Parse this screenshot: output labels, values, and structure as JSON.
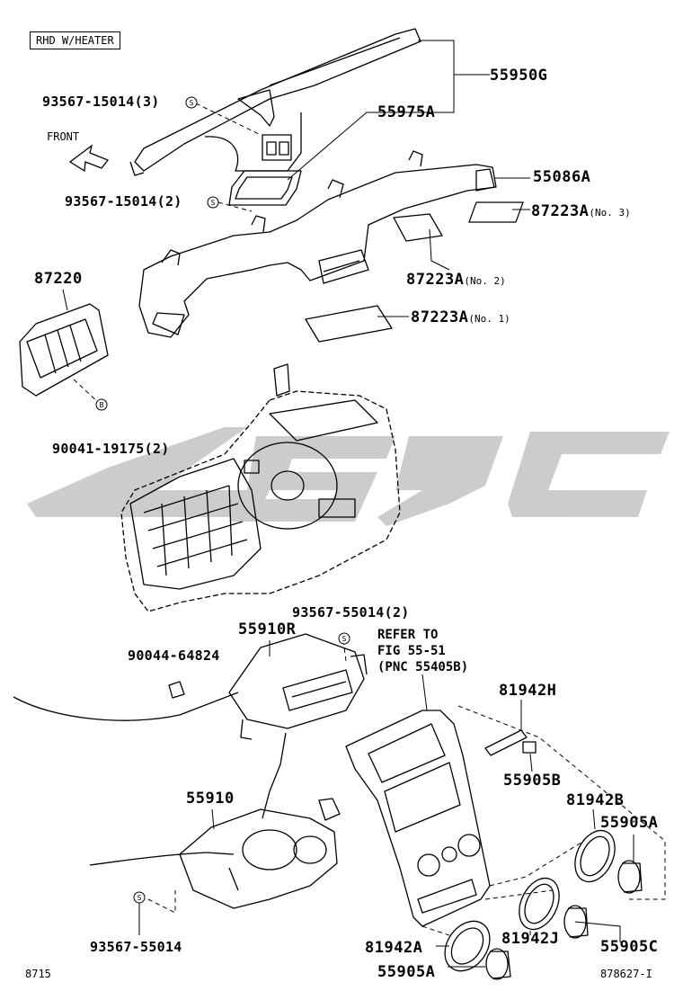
{
  "header": {
    "variant_box": "RHD W/HEATER",
    "front_label": "FRONT"
  },
  "callouts": [
    {
      "id": "p55950G",
      "text": "55950G"
    },
    {
      "id": "p93567_3",
      "text": "93567-15014(3)"
    },
    {
      "id": "p55975A",
      "text": "55975A"
    },
    {
      "id": "p55086A",
      "text": "55086A"
    },
    {
      "id": "p93567_2",
      "text": "93567-15014(2)"
    },
    {
      "id": "p87223A3",
      "text": "87223A",
      "qualifier": "(No. 3)"
    },
    {
      "id": "p87220",
      "text": "87220"
    },
    {
      "id": "p87223A2",
      "text": "87223A",
      "qualifier": "(No. 2)"
    },
    {
      "id": "p87223A1",
      "text": "87223A",
      "qualifier": "(No. 1)"
    },
    {
      "id": "p90041",
      "text": "90041-19175(2)"
    },
    {
      "id": "p93567_55014_2",
      "text": "93567-55014(2)"
    },
    {
      "id": "p55910R",
      "text": "55910R"
    },
    {
      "id": "p90044",
      "text": "90044-64824"
    },
    {
      "id": "p81942H",
      "text": "81942H"
    },
    {
      "id": "p55905B",
      "text": "55905B"
    },
    {
      "id": "p55910",
      "text": "55910"
    },
    {
      "id": "p81942B",
      "text": "81942B"
    },
    {
      "id": "p55905A_r",
      "text": "55905A"
    },
    {
      "id": "p93567_55014",
      "text": "93567-55014"
    },
    {
      "id": "p81942A",
      "text": "81942A"
    },
    {
      "id": "p81942J",
      "text": "81942J"
    },
    {
      "id": "p55905C",
      "text": "55905C"
    },
    {
      "id": "p55905A_b",
      "text": "55905A"
    }
  ],
  "reference": {
    "line1": "REFER TO",
    "line2": "FIG 55-51",
    "line3": "(PNC 55405B)"
  },
  "markers": {
    "screw": "S",
    "bolt": "B"
  },
  "footer": {
    "left": "8715",
    "right": "878627-I"
  },
  "icons": [
    "front-arrow-icon",
    "screw-symbol-icon",
    "bolt-symbol-icon"
  ],
  "colors": {
    "line": "#000000",
    "watermark": "#bdbdbd",
    "background": "#ffffff"
  }
}
